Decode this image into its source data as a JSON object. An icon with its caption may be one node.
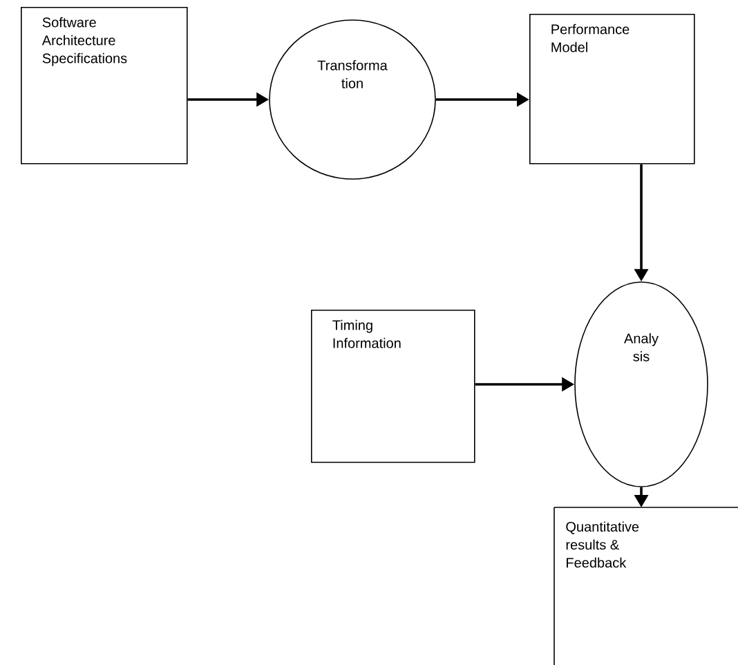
{
  "diagram": {
    "nodes": [
      {
        "text": [
          "Software Architecture Specifications"
        ]
      },
      {
        "text": [
          "Transforma tion"
        ]
      },
      {
        "text": [
          "Performance Model"
        ]
      },
      {
        "text": [
          "Analy sis"
        ]
      },
      {
        "text": [
          "Timing Information"
        ]
      },
      {
        "text": [
          "Quantitative results & Feedback"
        ]
      }
    ],
    "edges": [
      {
        "from": 0,
        "to": 1,
        "arrow": "to"
      },
      {
        "from": 1,
        "to": 2,
        "arrow": "to"
      },
      {
        "from": 2,
        "to": 3,
        "arrow": "to"
      },
      {
        "from": 4,
        "to": 3,
        "arrow": "to"
      },
      {
        "from": 3,
        "to": 5,
        "arrow": "to"
      }
    ]
  }
}
